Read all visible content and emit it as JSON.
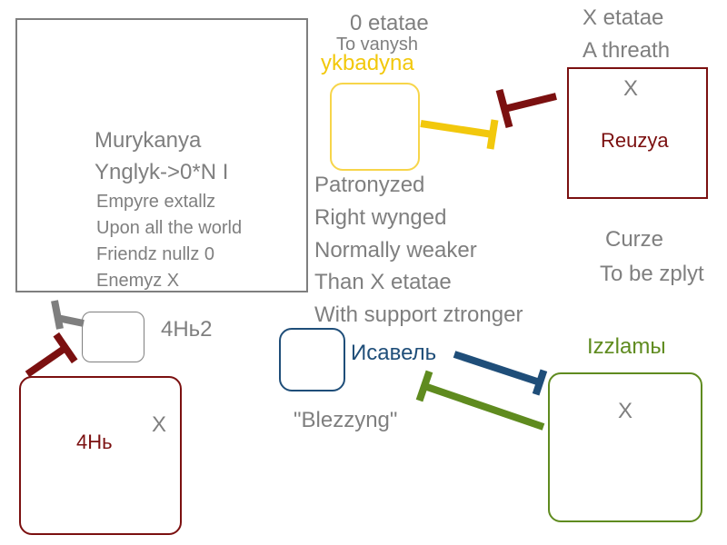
{
  "colors": {
    "gray": "#7f7f7f",
    "yellow": "#f2c80c",
    "yellow_box": "#f7d54a",
    "dark_red": "#7b1010",
    "blue": "#1f4e79",
    "green": "#5f8b1f"
  },
  "murykanya": {
    "title": "Murykanya",
    "subtitle": "Ynglyk->0*N I",
    "lines": [
      "Empyre extallz",
      "Upon all the world",
      "Friendz nullz 0",
      "Enemyz X"
    ]
  },
  "ykbadyna": {
    "header": [
      "0 etatae",
      "To vanysh"
    ],
    "name": "ykbadyna",
    "description": [
      "Patronyzed",
      "Right wynged",
      "Normally weaker",
      "Than X etatae",
      "With support ztronger"
    ]
  },
  "reuzya": {
    "header": [
      "X etatae",
      "A threath"
    ],
    "mark": "X",
    "name": "Reuzya",
    "note": [
      "Curze",
      "To be zplyt"
    ]
  },
  "small": {
    "label": "4Нь2"
  },
  "chn": {
    "name": "4Нь",
    "mark": "X"
  },
  "isabel": {
    "name": "Исавель",
    "caption": "\"Blezzyng\""
  },
  "izzlamy": {
    "name": "Izzlamы",
    "mark": "X"
  }
}
